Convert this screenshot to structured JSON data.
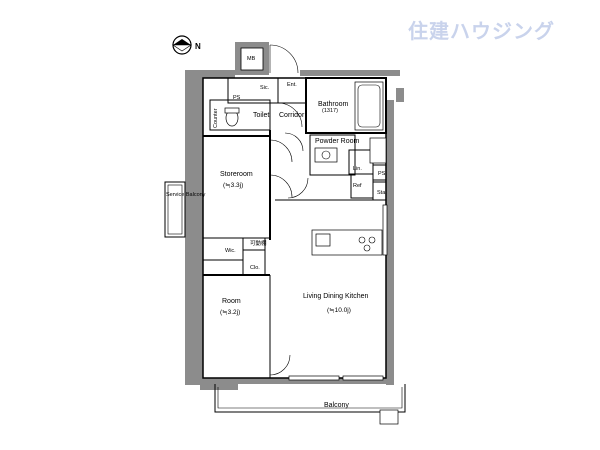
{
  "brand": {
    "logo_text": "住建ハウジング"
  },
  "compass": {
    "north_label": "N"
  },
  "rooms": {
    "mb": "MB",
    "ent": "Ent.",
    "sic": "Sic.",
    "ps_top": "PS",
    "counter": "Counter",
    "toilet": "Toilet",
    "corridor": "Corridor",
    "bathroom": "Bathroom",
    "bathroom_size": "(1317)",
    "powder_room": "Powder Room",
    "ps_right": "PS",
    "lin": "Lin.",
    "ref": "Ref",
    "sta": "Sta.",
    "storeroom": "Storeroom",
    "storeroom_area": "(≒3.3j)",
    "service_balcony": "Service Balcony",
    "wic": "Wic.",
    "movable_shelf": "可動棚",
    "clo": "Clo.",
    "room": "Room",
    "room_area": "(≒3.2j)",
    "ldk": "Living Dining Kitchen",
    "ldk_area": "(≒10.0j)",
    "balcony": "Balcony"
  }
}
